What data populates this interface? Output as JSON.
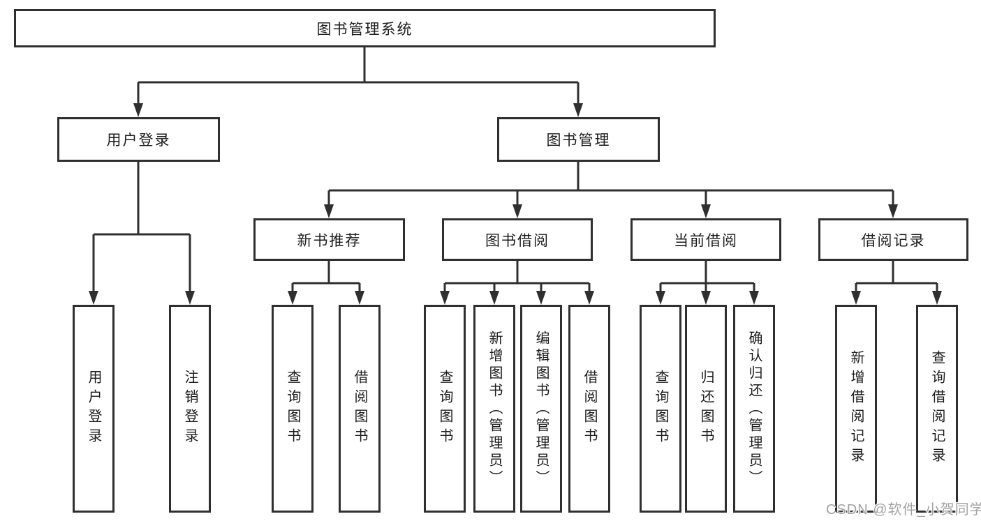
{
  "diagram_title": "图书管理系统",
  "nodes": {
    "root": {
      "label": "图书管理系统"
    },
    "user_login": {
      "label": "用户登录"
    },
    "book_mgmt": {
      "label": "图书管理"
    },
    "new_book_rec": {
      "label": "新书推荐"
    },
    "book_borrow": {
      "label": "图书借阅"
    },
    "current_borrow": {
      "label": "当前借阅"
    },
    "borrow_record": {
      "label": "借阅记录"
    },
    "leaves": {
      "user_login": "用户登录",
      "logout": "注销登录",
      "query_book_rec": "查询图书",
      "borrow_book_rec": "借阅图书",
      "query_book_borrow": "查询图书",
      "add_book_admin": "新增图书（管理员）",
      "edit_book_admin": "编辑图书（管理员）",
      "borrow_book": "借阅图书",
      "query_book_current": "查询图书",
      "return_book": "归还图书",
      "confirm_return_admin": "确认归还（管理员）",
      "add_borrow_record": "新增借阅记录",
      "query_borrow_record": "查询借阅记录"
    }
  },
  "hierarchy": {
    "root": "图书管理系统",
    "children": [
      {
        "label": "用户登录",
        "children": [
          "用户登录",
          "注销登录"
        ]
      },
      {
        "label": "图书管理",
        "children": [
          {
            "label": "新书推荐",
            "children": [
              "查询图书",
              "借阅图书"
            ]
          },
          {
            "label": "图书借阅",
            "children": [
              "查询图书",
              "新增图书（管理员）",
              "编辑图书（管理员）",
              "借阅图书"
            ]
          },
          {
            "label": "当前借阅",
            "children": [
              "查询图书",
              "归还图书",
              "确认归还（管理员）"
            ]
          },
          {
            "label": "借阅记录",
            "children": [
              "新增借阅记录",
              "查询借阅记录"
            ]
          }
        ]
      }
    ]
  },
  "watermark": {
    "text": "CSDN @软件_小贺同学"
  },
  "colors": {
    "line": "#2f2f2f",
    "box_border": "#2f2f2f",
    "text": "#1c1c1c",
    "watermark_text": "#a3a3a3",
    "background": "#ffffff"
  }
}
